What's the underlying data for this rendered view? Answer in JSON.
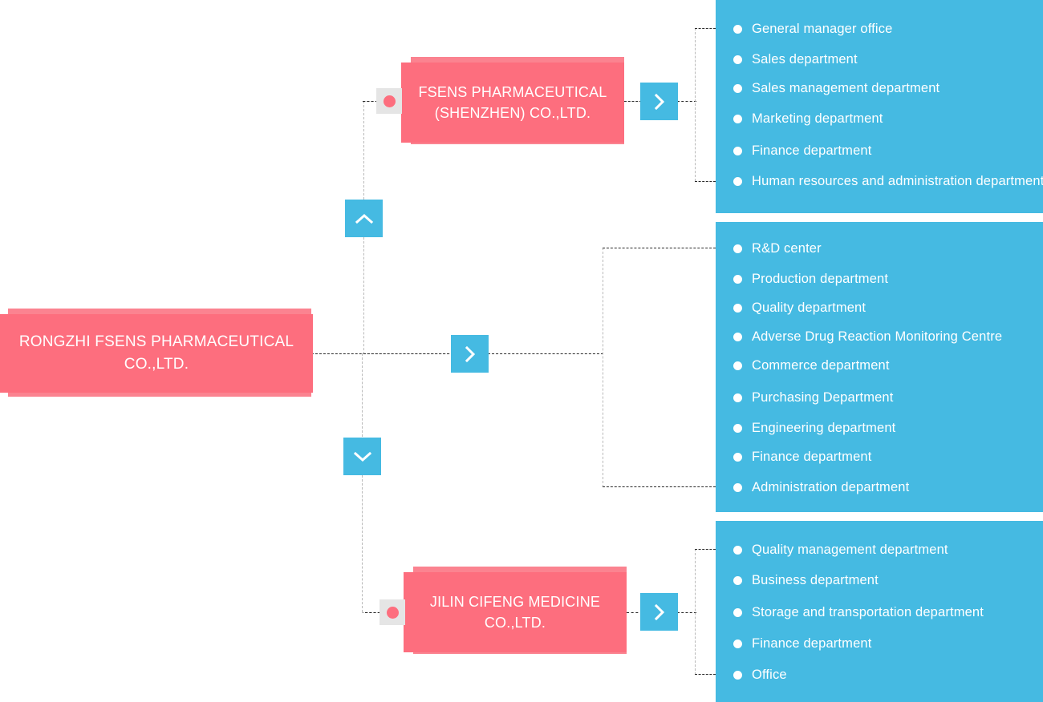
{
  "diagram": {
    "title": "Rongzhi Fsens Pharmaceutical organizational structure",
    "colors": {
      "node_pink": "#fd6e7e",
      "node_pink_shadow": "#fb8390",
      "panel_blue": "#45bae2",
      "marker_gray": "#e5e5e5",
      "text_white": "#ffffff",
      "connector_dark": "#2b2b2b",
      "connector_light": "#b9b9b9"
    },
    "root": {
      "label": "RONGZHI FSENS PHARMACEUTICAL CO.,LTD.",
      "line1": "RONGZHI FSENS PHARMACEUTICAL",
      "line2": "CO.,LTD."
    },
    "controls": {
      "collapse_up": "chevron-up",
      "collapse_down": "chevron-down",
      "expand_right": "chevron-right",
      "branch_marker": "dot"
    },
    "branches": [
      {
        "id": "fsens-shenzhen",
        "name": "FSENS PHARMACEUTICAL (SHENZHEN) CO.,LTD.",
        "line1": "FSENS PHARMACEUTICAL",
        "line2": "(SHENZHEN) CO.,LTD.",
        "departments": [
          "General manager office",
          "Sales department",
          "Sales management department",
          "Marketing department",
          "Finance department",
          "Human resources and administration department"
        ]
      },
      {
        "id": "rongzhi-direct",
        "name": "",
        "line1": "",
        "line2": "",
        "departments": [
          "R&D center",
          "Production department",
          "Quality department",
          "Adverse Drug Reaction Monitoring Centre",
          "Commerce department",
          "Purchasing Department",
          "Engineering department",
          "Finance department",
          "Administration department"
        ]
      },
      {
        "id": "jilin-cifeng",
        "name": "JILIN CIFENG MEDICINE CO.,LTD.",
        "line1": "JILIN CIFENG MEDICINE",
        "line2": "CO.,LTD.",
        "departments": [
          "Quality management department",
          "Business department",
          "Storage and transportation department",
          "Finance department",
          "Office"
        ]
      }
    ]
  }
}
